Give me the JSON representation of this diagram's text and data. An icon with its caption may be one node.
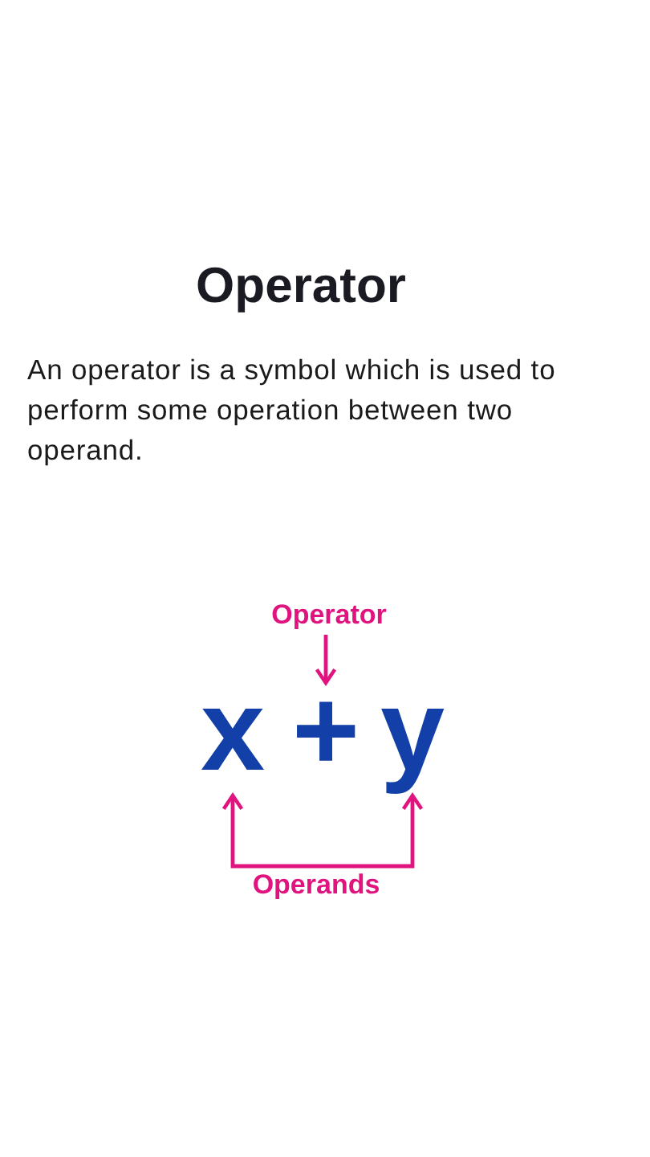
{
  "diagram": {
    "title": "Operator",
    "nodes": [
      {
        "text": [
          "Operator"
        ]
      },
      {
        "text": [
          "x"
        ]
      },
      {
        "text": [
          "+"
        ]
      },
      {
        "text": [
          "y"
        ]
      },
      {
        "text": [
          "Operands"
        ]
      }
    ],
    "edges": [
      {
        "from": 0,
        "to": 2,
        "arrow": "to"
      },
      {
        "from": 4,
        "to": 1,
        "arrow": "to"
      },
      {
        "from": 4,
        "to": 3,
        "arrow": "to"
      }
    ],
    "labels": [
      "An operator is a symbol which is used to perform some operation between two operand."
    ]
  }
}
